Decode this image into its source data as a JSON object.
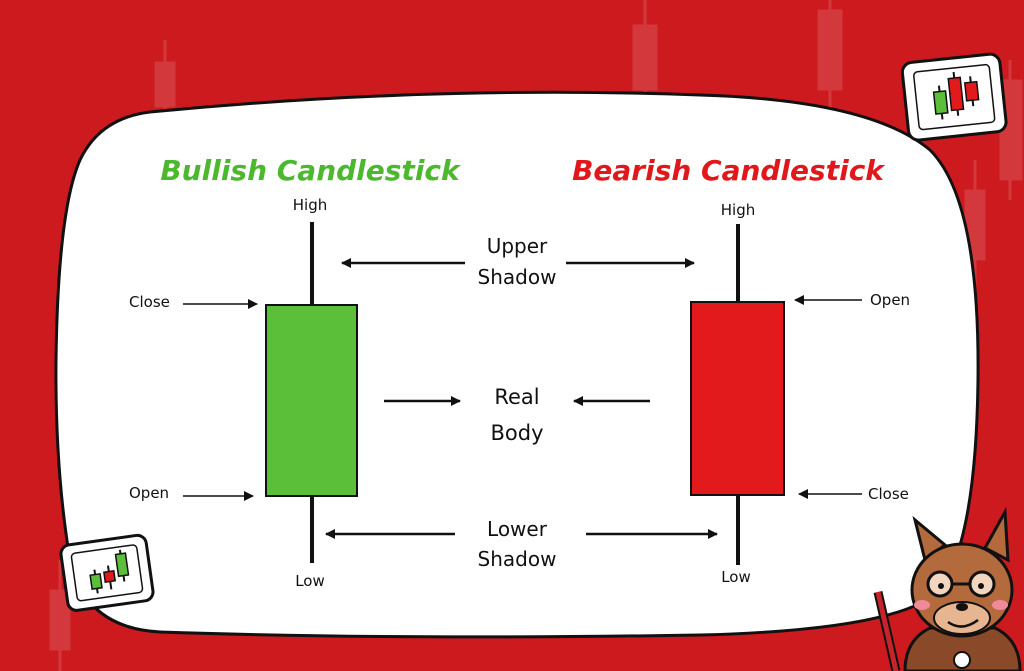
{
  "colors": {
    "background": "#cc1a1f",
    "panel": "#ffffff",
    "bullish": "#5bbf3a",
    "bearish": "#e31a1c",
    "bullish_title": "#4cb82e",
    "bearish_title": "#e0181c",
    "ink": "#111111"
  },
  "bullish": {
    "title": "Bullish Candlestick",
    "high_label": "High",
    "low_label": "Low",
    "close_label": "Close",
    "open_label": "Open"
  },
  "bearish": {
    "title": "Bearish Candlestick",
    "high_label": "High",
    "low_label": "Low",
    "open_label": "Open",
    "close_label": "Close"
  },
  "center": {
    "upper_shadow_line1": "Upper",
    "upper_shadow_line2": "Shadow",
    "real_body_line1": "Real",
    "real_body_line2": "Body",
    "lower_shadow_line1": "Lower",
    "lower_shadow_line2": "Shadow"
  },
  "icons": [
    "candlestick-chart-icon",
    "candlestick-chart-icon",
    "fox-mascot-icon"
  ]
}
